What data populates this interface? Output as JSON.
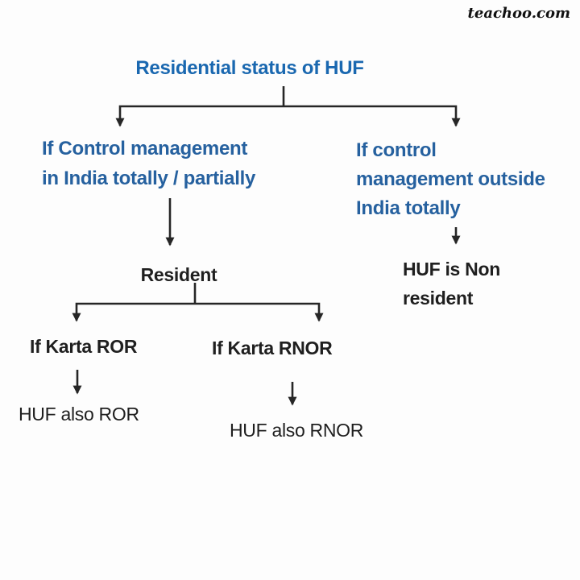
{
  "watermark": {
    "text": "teachoo.com"
  },
  "colors": {
    "title_blue": "#1a68b0",
    "node_blue": "#26619f",
    "text_dark": "#1f1f1f",
    "line_dark": "#262626",
    "background": "#fdfdfd"
  },
  "flowchart": {
    "title": "Residential status of HUF",
    "left_branch": {
      "condition_line1": "If Control management",
      "condition_line2": "in India totally / partially",
      "result": "Resident",
      "sub_left": {
        "condition": "If Karta ROR",
        "result": "HUF also ROR"
      },
      "sub_right": {
        "condition": "If Karta RNOR",
        "result": "HUF also RNOR"
      }
    },
    "right_branch": {
      "condition_line1": "If control",
      "condition_line2": "management outside",
      "condition_line3": "India totally",
      "result_line1": "HUF is Non",
      "result_line2": "resident"
    }
  }
}
